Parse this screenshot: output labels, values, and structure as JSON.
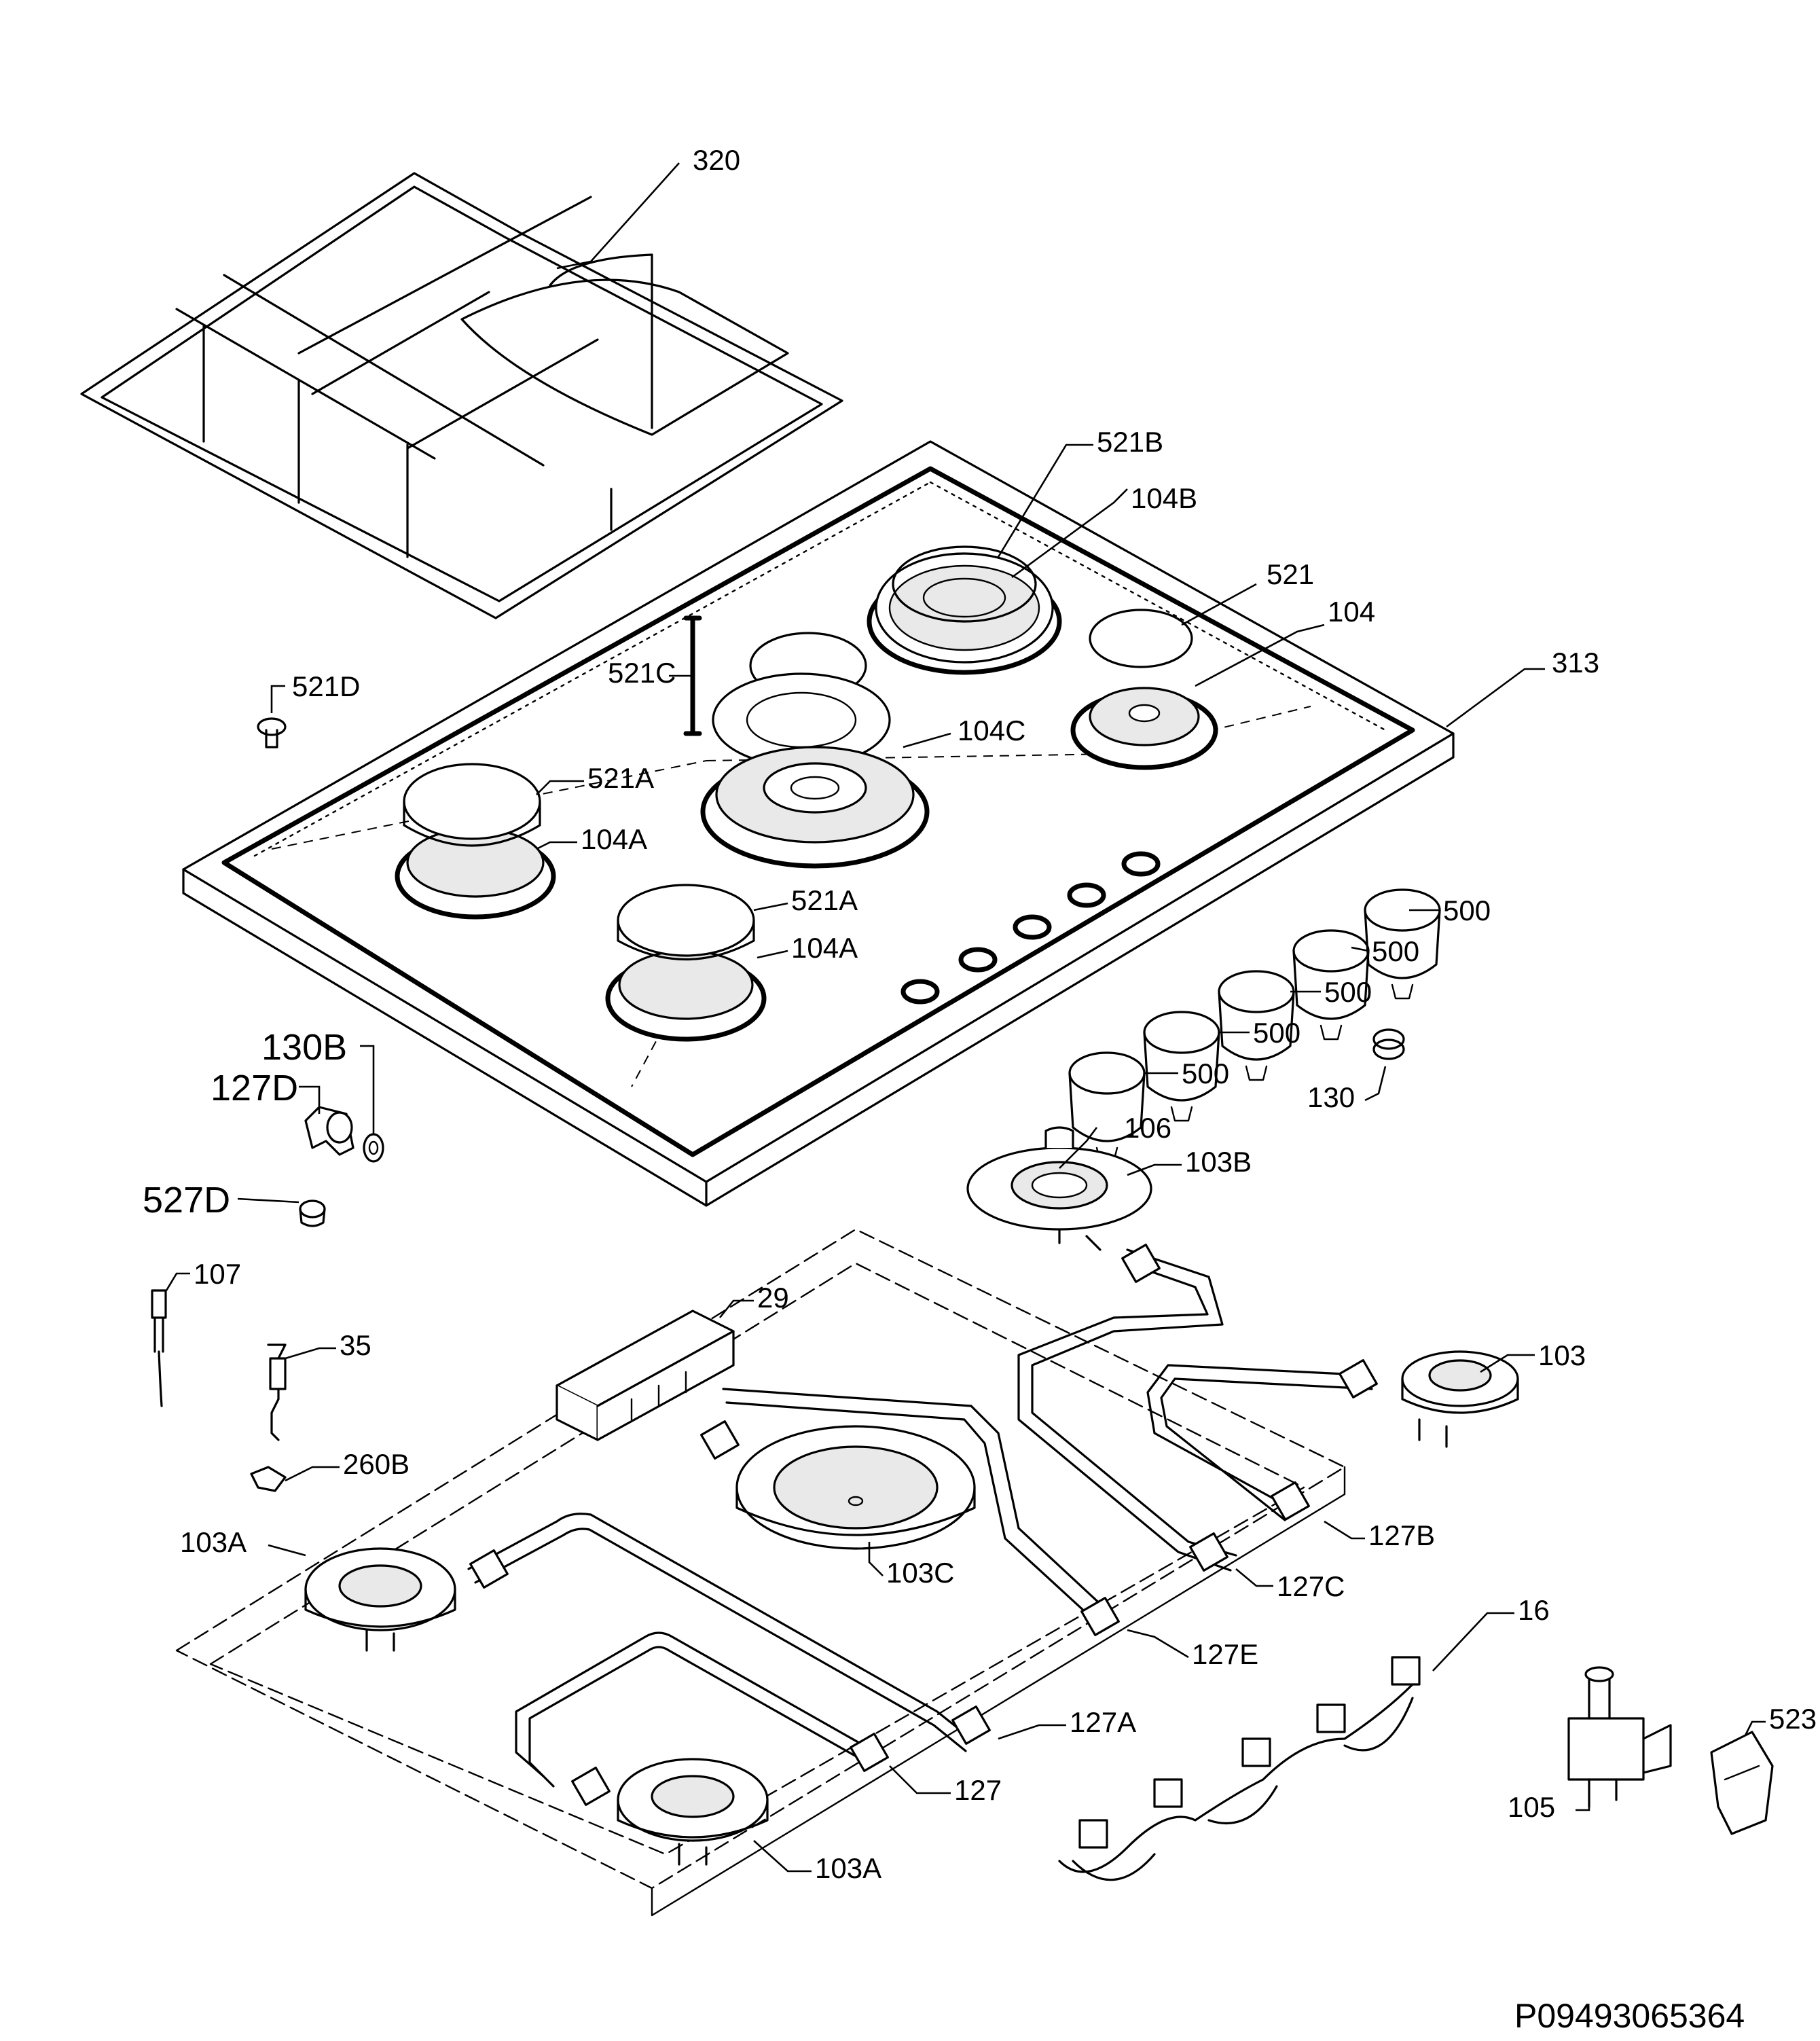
{
  "diagram": {
    "callouts": {
      "c320": "320",
      "c521B": "521B",
      "c104B": "104B",
      "c521": "521",
      "c104": "104",
      "c313": "313",
      "c521C": "521C",
      "c521D": "521D",
      "c104C": "104C",
      "c521A_1": "521A",
      "c104A_1": "104A",
      "c521A_2": "521A",
      "c104A_2": "104A",
      "c500_1": "500",
      "c500_2": "500",
      "c500_3": "500",
      "c500_4": "500",
      "c500_5": "500",
      "c130": "130",
      "c130B": "130B",
      "c127D": "127D",
      "c527D": "527D",
      "c106": "106",
      "c103B": "103B",
      "c107": "107",
      "c35": "35",
      "c29": "29",
      "c103": "103",
      "c260B": "260B",
      "c127B": "127B",
      "c103C": "103C",
      "c127C": "127C",
      "c103A_1": "103A",
      "c127E": "127E",
      "c16": "16",
      "c127A": "127A",
      "c523": "523",
      "c127": "127",
      "c105": "105",
      "c103A_2": "103A"
    },
    "drawing_code": "P09493065364"
  }
}
